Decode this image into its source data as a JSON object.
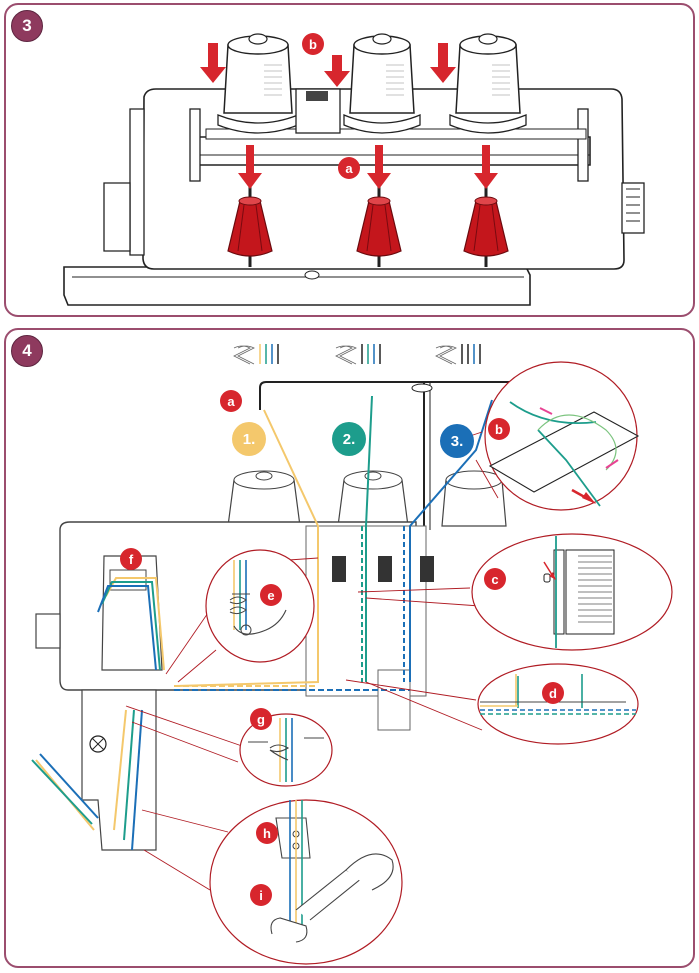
{
  "steps": [
    {
      "number": "3",
      "labels": {
        "a": "a",
        "b": "b"
      }
    },
    {
      "number": "4",
      "labels": {
        "a": "a",
        "b": "b",
        "c": "c",
        "d": "d",
        "e": "e",
        "f": "f",
        "g": "g",
        "h": "h",
        "i": "i"
      }
    }
  ],
  "threads": [
    {
      "label": "1.",
      "color": "#f4c86c"
    },
    {
      "label": "2.",
      "color": "#1d9d8c"
    },
    {
      "label": "3.",
      "color": "#1b6fb7"
    }
  ],
  "colors": {
    "frame": "#9b4d6e",
    "badge": "#8e3a5e",
    "callout": "#d7262d",
    "arrow": "#d7262d",
    "cone": "#c4161c"
  }
}
